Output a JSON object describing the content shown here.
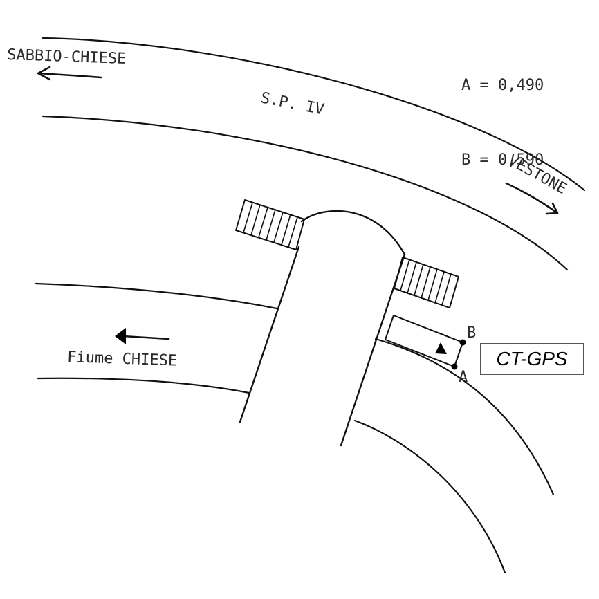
{
  "legend": {
    "a": "A = 0,490",
    "b": "B = 0,590"
  },
  "labels": {
    "road_west": "SABBIO-CHIESE",
    "road_name": "S.P. IV",
    "road_east": "VESTONE",
    "river": "Fiume CHIESE",
    "point_a": "A",
    "point_b": "B",
    "station_tag": "CT-GPS"
  },
  "icons": {
    "station_marker": "triangle-marker-icon",
    "west_arrow": "arrow-left-icon",
    "east_arrow": "arrow-right-icon",
    "river_arrow": "arrow-left-icon"
  }
}
